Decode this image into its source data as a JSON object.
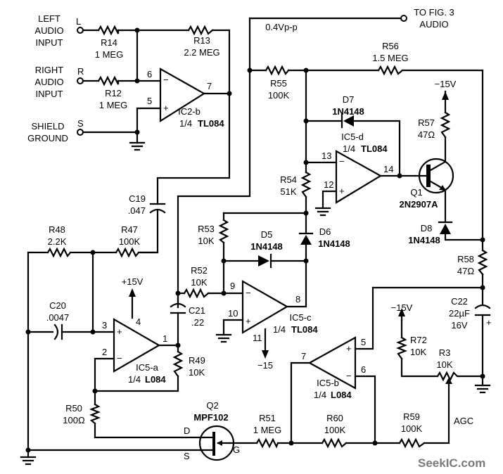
{
  "inputs": {
    "left": {
      "line1": "LEFT",
      "line2": "AUDIO",
      "line3": "INPUT",
      "terminal": "L"
    },
    "right": {
      "line1": "RIGHT",
      "line2": "AUDIO",
      "line3": "INPUT",
      "terminal": "R"
    },
    "shield": {
      "line1": "SHIELD",
      "line2": "GROUND",
      "terminal": "S"
    }
  },
  "output": {
    "line1": "TO FIG. 3",
    "line2": "AUDIO",
    "level": "0.4Vp-p"
  },
  "resistors": {
    "R14": {
      "ref": "R14",
      "value": "1 MEG"
    },
    "R13": {
      "ref": "R13",
      "value": "2.2 MEG"
    },
    "R12": {
      "ref": "R12",
      "value": "1 MEG"
    },
    "R55": {
      "ref": "R55",
      "value": "100K"
    },
    "R56": {
      "ref": "R56",
      "value": "1.5 MEG"
    },
    "R57": {
      "ref": "R57",
      "value": "47Ω"
    },
    "R54": {
      "ref": "R54",
      "value": "51K"
    },
    "R53": {
      "ref": "R53",
      "value": "10K"
    },
    "R52": {
      "ref": "R52",
      "value": "10K"
    },
    "R48": {
      "ref": "R48",
      "value": "2.2K"
    },
    "R47": {
      "ref": "R47",
      "value": "100K"
    },
    "R49": {
      "ref": "R49",
      "value": "10K"
    },
    "R50": {
      "ref": "R50",
      "value": "100Ω"
    },
    "R51": {
      "ref": "R51",
      "value": "1 MEG"
    },
    "R60": {
      "ref": "R60",
      "value": "100K"
    },
    "R59": {
      "ref": "R59",
      "value": "100K"
    },
    "R58": {
      "ref": "R58",
      "value": "47Ω"
    },
    "R72": {
      "ref": "R72",
      "value": "10K"
    },
    "R3": {
      "ref": "R3",
      "value": "10K"
    }
  },
  "capacitors": {
    "C19": {
      "ref": "C19",
      "value": ".047"
    },
    "C20": {
      "ref": "C20",
      "value": ".0047"
    },
    "C21": {
      "ref": "C21",
      "value": ".22"
    },
    "C22": {
      "ref": "C22",
      "value": "22µF",
      "voltage": "16V"
    }
  },
  "diodes": {
    "D5": {
      "ref": "D5",
      "part": "1N4148"
    },
    "D6": {
      "ref": "D6",
      "part": "1N4148"
    },
    "D7": {
      "ref": "D7",
      "part": "1N4148"
    },
    "D8": {
      "ref": "D8",
      "part": "1N4148"
    }
  },
  "transistors": {
    "Q1": {
      "ref": "Q1",
      "part": "2N2907A"
    },
    "Q2": {
      "ref": "Q2",
      "part": "MPF102",
      "drain": "D",
      "source": "S",
      "gate": "G"
    }
  },
  "opamps": {
    "IC2b": {
      "ref": "IC2-b",
      "part_prefix": "1/4",
      "part": "TL084",
      "pins": {
        "inv": "6",
        "noninv": "5",
        "out": "7"
      }
    },
    "IC5a": {
      "ref": "IC5-a",
      "part_prefix": "1/4",
      "part": "L084",
      "pins": {
        "noninv": "3",
        "inv": "2",
        "out": "1",
        "vcc": "4"
      }
    },
    "IC5b": {
      "ref": "IC5-b",
      "part_prefix": "1/4",
      "part": "L084",
      "pins": {
        "noninv": "5",
        "inv": "6",
        "out": "7"
      }
    },
    "IC5c": {
      "ref": "IC5-c",
      "part_prefix": "1/4",
      "part": "TL084",
      "pins": {
        "inv": "9",
        "noninv": "10",
        "out": "8",
        "vee": "11"
      }
    },
    "IC5d": {
      "ref": "IC5-d",
      "part_prefix": "1/4",
      "part": "TL084",
      "pins": {
        "inv": "13",
        "noninv": "12",
        "out": "14"
      }
    }
  },
  "supplies": {
    "plus15": "+15V",
    "minus15_q1": "−15V",
    "minus15_r72": "−15V",
    "minus15_ic5c": "−15"
  },
  "signals": {
    "agc": "AGC"
  },
  "opamp_signs": {
    "plus": "+",
    "minus": "−"
  },
  "watermark": "SeekIC.com"
}
